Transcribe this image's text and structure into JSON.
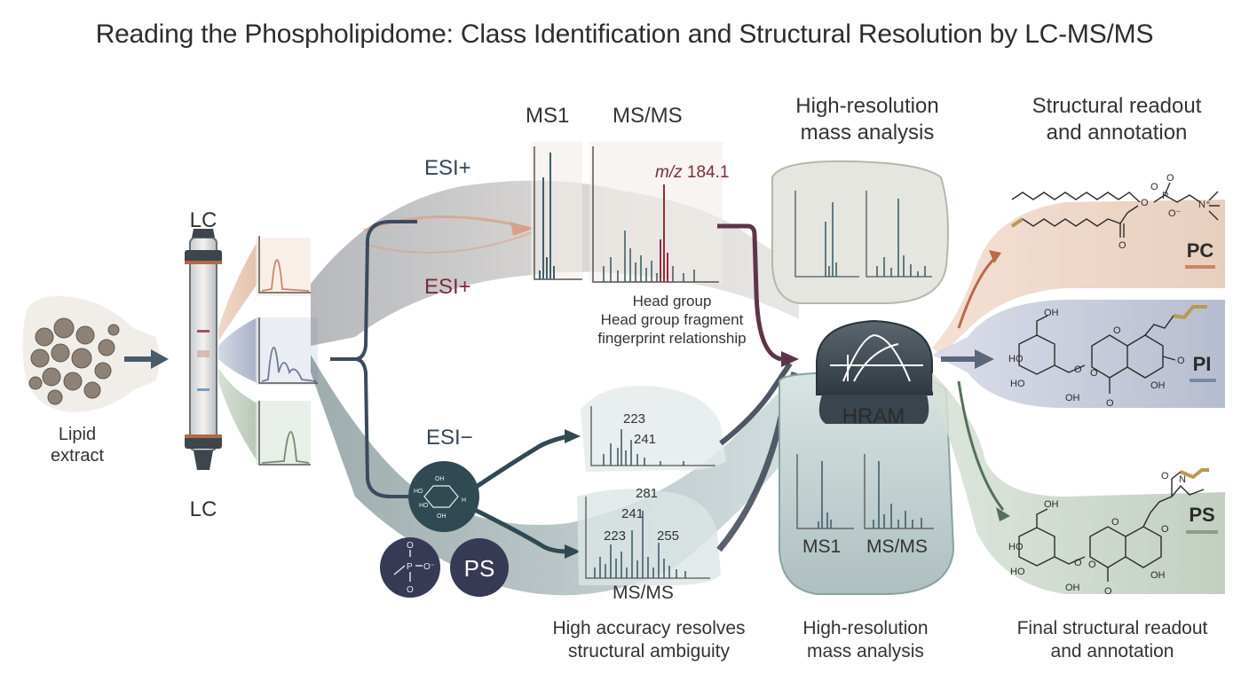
{
  "title": "Reading the Phospholipidome: Class Identification and Structural Resolution by LC-MS/MS",
  "input": {
    "label_line1": "Lipid",
    "label_line2": "extract"
  },
  "lc": {
    "top_label": "LC",
    "bottom_label": "LC"
  },
  "positive_branch": {
    "esi_top": "ESI+",
    "esi_mid": "ESI+",
    "ms1_label": "MS1",
    "msms_label": "MS/MS",
    "mz_label_prefix": "m/z",
    "mz_label_value": "184.1",
    "caption_line1": "Head group",
    "caption_line2": "Head group fragment",
    "caption_line3": "fingerprint relationship"
  },
  "negative_branch": {
    "esi_label": "ESI−",
    "badge_ps": "PS",
    "spectrum1_peaks": [
      "223",
      "241"
    ],
    "spectrum2_peaks": [
      "281",
      "241",
      "223",
      "255"
    ],
    "spectrum2_label": "MS/MS",
    "caption_line1": "High accuracy resolves",
    "caption_line2": "structural ambiguity"
  },
  "hram": {
    "heading_line1": "High-resolution",
    "heading_line2": "mass analysis",
    "label": "HRAM",
    "ms1_label": "MS1",
    "msms_label": "MS/MS",
    "bottom_line1": "High-resolution",
    "bottom_line2": "mass analysis"
  },
  "readout": {
    "heading_line1": "Structural readout",
    "heading_line2": "and annotation",
    "classes": [
      {
        "name": "PC",
        "color": "#c8876a"
      },
      {
        "name": "PI",
        "color": "#7b87a3"
      },
      {
        "name": "PS",
        "color": "#8a9e8a"
      }
    ],
    "bottom_line1": "Final structural readout",
    "bottom_line2": "and annotation"
  },
  "colors": {
    "pc_flow": "#e8c7b4",
    "pi_flow": "#c2c8da",
    "ps_flow": "#c9d6c8",
    "dark_flow": "#3b4a5c",
    "msms_highlight": "#9b2a3a",
    "hram_body": "#4a5660"
  }
}
